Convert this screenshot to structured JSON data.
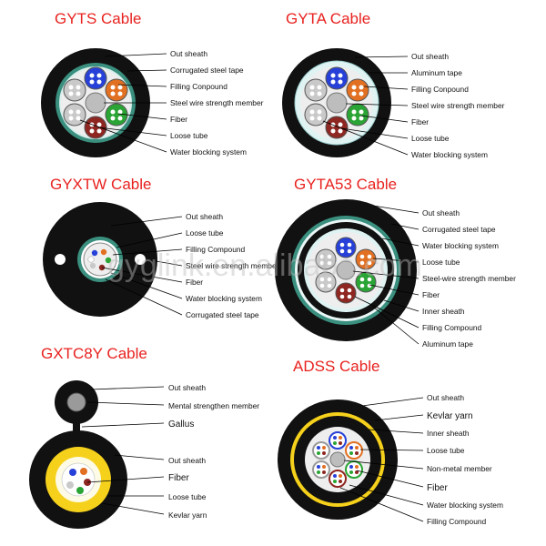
{
  "watermark": "gyglink.en.alibaba.com",
  "colors": {
    "title": "#e8221f",
    "sheath": "#111111",
    "corrugated": "#3a8f7e",
    "aluminum": "#dff3f3",
    "filling": "#eeeeee",
    "kevlar": "#f6d11c"
  },
  "cables": [
    {
      "id": "gyts",
      "title": "GYTS Cable",
      "labels": [
        "Out sheath",
        "Corrugated steel tape",
        "Filling Conpound",
        "Steel wire strength member",
        "Fiber",
        "Loose tube",
        "Water blocking system"
      ]
    },
    {
      "id": "gyta",
      "title": "GYTA Cable",
      "labels": [
        "Out sheath",
        "Aluminum tape",
        "Filling Conpound",
        "Steel wire strength member",
        "Fiber",
        "Loose tube",
        "Water blocking system"
      ]
    },
    {
      "id": "gyxtw",
      "title": "GYXTW Cable",
      "labels": [
        "Out sheath",
        "Loose tube",
        "Filling Compound",
        "Steel wire strength member",
        "Fiber",
        "Water blocking system",
        "Corrugated steel tape"
      ]
    },
    {
      "id": "gyta53",
      "title": "GYTA53 Cable",
      "labels": [
        "Out sheath",
        "Corrugated steel tape",
        "Water blocking system",
        "Loose tube",
        "Steel-wire strength member",
        "Fiber",
        "Inner sheath",
        "Filling Compound",
        "Aluminum tape"
      ]
    },
    {
      "id": "gxtc8y",
      "title": "GXTC8Y Cable",
      "labels": [
        "Out sheath",
        "Mental strengthen member",
        "Gallus",
        "Out sheath",
        "Fiber",
        "Loose tube",
        "Kevlar yarn"
      ]
    },
    {
      "id": "adss",
      "title": "ADSS Cable",
      "labels": [
        "Out sheath",
        "Kevlar yarn",
        "Inner sheath",
        "Loose tube",
        "Non-metal member",
        "Fiber",
        "Water blocking system",
        "Filling Compound"
      ]
    }
  ]
}
